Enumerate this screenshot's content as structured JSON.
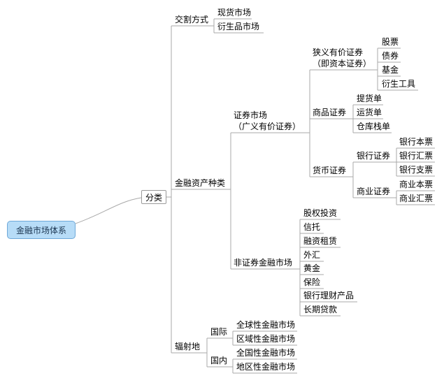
{
  "root": "金融市场体系",
  "category": "分类",
  "settlement": {
    "label": "交割方式",
    "items": [
      "现货市场",
      "衍生品市场"
    ]
  },
  "asset_types": {
    "label": "金融资产种类",
    "securities_market": {
      "line1": "证券市场",
      "line2": "（广义有价证券）",
      "narrow": {
        "line1": "狭义有价证券",
        "line2": "（即资本证券）",
        "items": [
          "股票",
          "债券",
          "基金",
          "衍生工具"
        ]
      },
      "commodity": {
        "label": "商品证券",
        "items": [
          "提货单",
          "运货单",
          "仓库栈单"
        ]
      },
      "monetary": {
        "label": "货币证券",
        "bank": {
          "label": "银行证券",
          "items": [
            "银行本票",
            "银行汇票",
            "银行支票"
          ]
        },
        "commercial": {
          "label": "商业证券",
          "items": [
            "商业本票",
            "商业汇票"
          ]
        }
      }
    },
    "non_securities": {
      "label": "非证券金融市场",
      "items": [
        "股权投资",
        "信托",
        "融资租赁",
        "外汇",
        "黄金",
        "保险",
        "银行理财产品",
        "长期贷款"
      ]
    }
  },
  "radiation": {
    "label": "辐射地",
    "international": {
      "label": "国际",
      "items": [
        "全球性金融市场",
        "区域性金融市场"
      ]
    },
    "domestic": {
      "label": "国内",
      "items": [
        "全国性金融市场",
        "地区性金融市场"
      ]
    }
  }
}
